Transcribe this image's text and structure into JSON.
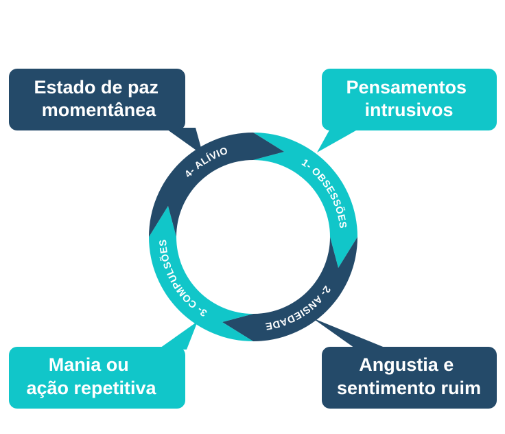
{
  "colors": {
    "dark": "#244a69",
    "teal": "#11c6c9",
    "background": "#ffffff"
  },
  "cycle": {
    "segments": [
      {
        "id": "obsessoes",
        "label": "1- OBSESSÕES",
        "color": "#11c6c9"
      },
      {
        "id": "ansiedade",
        "label": "2- ANSIEDADE",
        "color": "#244a69"
      },
      {
        "id": "compulsoes",
        "label": "3- COMPULSÕES",
        "color": "#11c6c9"
      },
      {
        "id": "alivio",
        "label": "4- ALÍVIO",
        "color": "#244a69"
      }
    ]
  },
  "callouts": {
    "top_right": {
      "lines": [
        "Pensamentos",
        "intrusivos"
      ],
      "color": "#11c6c9"
    },
    "bottom_right": {
      "lines": [
        "Angustia e",
        "sentimento ruim"
      ],
      "color": "#244a69"
    },
    "bottom_left": {
      "lines": [
        "Mania ou",
        "ação repetitiva"
      ],
      "color": "#11c6c9"
    },
    "top_left": {
      "lines": [
        "Estado de paz",
        "momentânea"
      ],
      "color": "#244a69"
    }
  }
}
